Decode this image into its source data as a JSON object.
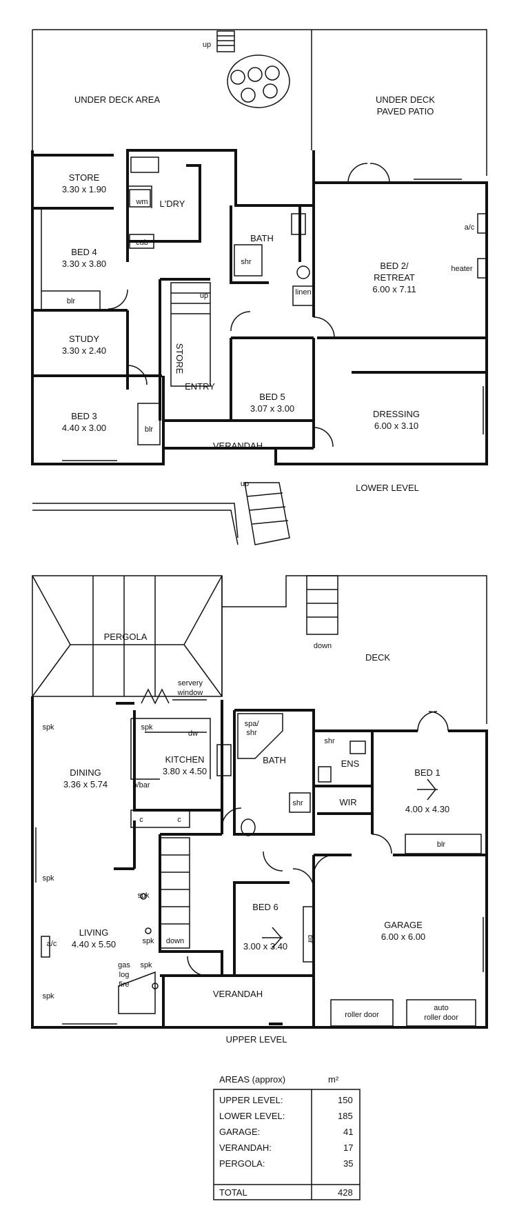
{
  "lower_level": {
    "title": "LOWER LEVEL",
    "rooms": {
      "under_deck_area": "UNDER DECK AREA",
      "under_deck_patio_1": "UNDER DECK",
      "under_deck_patio_2": "PAVED PATIO",
      "store": "STORE",
      "store_dim": "3.30 x 1.90",
      "laundry": "L'DRY",
      "bed4": "BED 4",
      "bed4_dim": "3.30 x 3.80",
      "study": "STUDY",
      "study_dim": "3.30 x 2.40",
      "bed3": "BED 3",
      "bed3_dim": "4.40 x 3.00",
      "bath": "BATH",
      "bed2_1": "BED 2/",
      "bed2_2": "RETREAT",
      "bed2_dim": "6.00 x 7.11",
      "bed5": "BED 5",
      "bed5_dim": "3.07 x 3.00",
      "entry": "ENTRY",
      "dressing": "DRESSING",
      "dressing_dim": "6.00 x 3.10",
      "verandah": "VERANDAH",
      "store_vertical": "STORE"
    },
    "fixtures": {
      "up_top": "up",
      "up_stair": "up",
      "up_outside": "up",
      "wm": "wm",
      "cub": "cub",
      "blr_bed4": "blr",
      "blr_bed3": "blr",
      "shr": "shr",
      "linen": "linen",
      "ac": "a/c",
      "heater": "heater"
    }
  },
  "upper_level": {
    "title": "UPPER LEVEL",
    "rooms": {
      "pergola": "PERGOLA",
      "deck": "DECK",
      "servery_1": "servery",
      "servery_2": "window",
      "kitchen": "KITCHEN",
      "kitchen_dim": "3.80 x 4.50",
      "dining": "DINING",
      "dining_dim": "3.36 x 5.74",
      "bath": "BATH",
      "ens": "ENS",
      "wir": "WIR",
      "bed1": "BED 1",
      "bed1_dim": "4.00 x 4.30",
      "living": "LIVING",
      "living_dim": "4.40 x 5.50",
      "bed6": "BED 6",
      "bed6_dim": "3.00 x 3.40",
      "garage": "GARAGE",
      "garage_dim": "6.00 x 6.00",
      "verandah": "VERANDAH"
    },
    "fixtures": {
      "down_deck": "down",
      "down_stair": "down",
      "spk": "spk",
      "dw": "dw",
      "bbar": "b/bar",
      "c": "c",
      "spa_1": "spa/",
      "spa_2": "shr",
      "shr": "shr",
      "blr": "blr",
      "ac": "a/c",
      "gas_1": "gas",
      "gas_2": "log",
      "gas_3": "fire",
      "roller_door": "roller door",
      "auto_1": "auto",
      "auto_2": "roller door"
    }
  },
  "areas": {
    "heading": "AREAS (approx)",
    "unit": "m²",
    "rows": [
      {
        "label": "UPPER LEVEL:",
        "value": "150"
      },
      {
        "label": "LOWER LEVEL:",
        "value": "185"
      },
      {
        "label": "GARAGE:",
        "value": "41"
      },
      {
        "label": "VERANDAH:",
        "value": "17"
      },
      {
        "label": "PERGOLA:",
        "value": "35"
      }
    ],
    "total_label": "TOTAL",
    "total_value": "428"
  }
}
